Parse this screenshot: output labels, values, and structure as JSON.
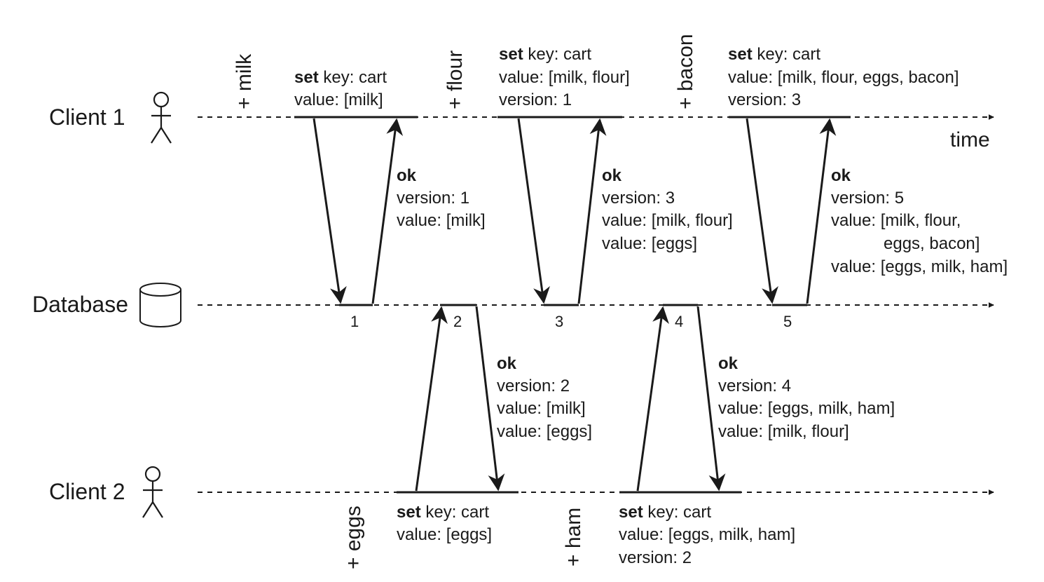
{
  "lanes": {
    "client1": "Client 1",
    "database": "Database",
    "client2": "Client 2",
    "time": "time"
  },
  "events": {
    "milk": "+ milk",
    "flour": "+ flour",
    "bacon": "+ bacon",
    "eggs": "+ eggs",
    "ham": "+ ham"
  },
  "db_versions": [
    "1",
    "2",
    "3",
    "4",
    "5"
  ],
  "requests": {
    "c1_r1": {
      "kw": "set",
      "l1": " key: cart",
      "l2": "value: [milk]"
    },
    "c1_r2": {
      "kw": "set",
      "l1": " key: cart",
      "l2": "value: [milk, flour]",
      "l3": "version: 1"
    },
    "c1_r3": {
      "kw": "set",
      "l1": " key: cart",
      "l2": "value: [milk, flour, eggs, bacon]",
      "l3": "version: 3"
    },
    "c2_r1": {
      "kw": "set",
      "l1": " key: cart",
      "l2": "value: [eggs]"
    },
    "c2_r2": {
      "kw": "set",
      "l1": " key: cart",
      "l2": "value: [eggs, milk, ham]",
      "l3": "version: 2"
    }
  },
  "responses": {
    "resp1": {
      "kw": "ok",
      "l1": "version: 1",
      "l2": "value: [milk]"
    },
    "resp2": {
      "kw": "ok",
      "l1": "version: 2",
      "l2": "value: [milk]",
      "l3": "value: [eggs]"
    },
    "resp3": {
      "kw": "ok",
      "l1": "version: 3",
      "l2": "value: [milk, flour]",
      "l3": "value: [eggs]"
    },
    "resp4": {
      "kw": "ok",
      "l1": "version: 4",
      "l2": "value: [eggs, milk, ham]",
      "l3": "value: [milk, flour]"
    },
    "resp5": {
      "kw": "ok",
      "l1": "version: 5",
      "l2": "value: [milk, flour,",
      "l3": "eggs, bacon]",
      "l4": "value: [eggs, milk, ham]"
    }
  }
}
